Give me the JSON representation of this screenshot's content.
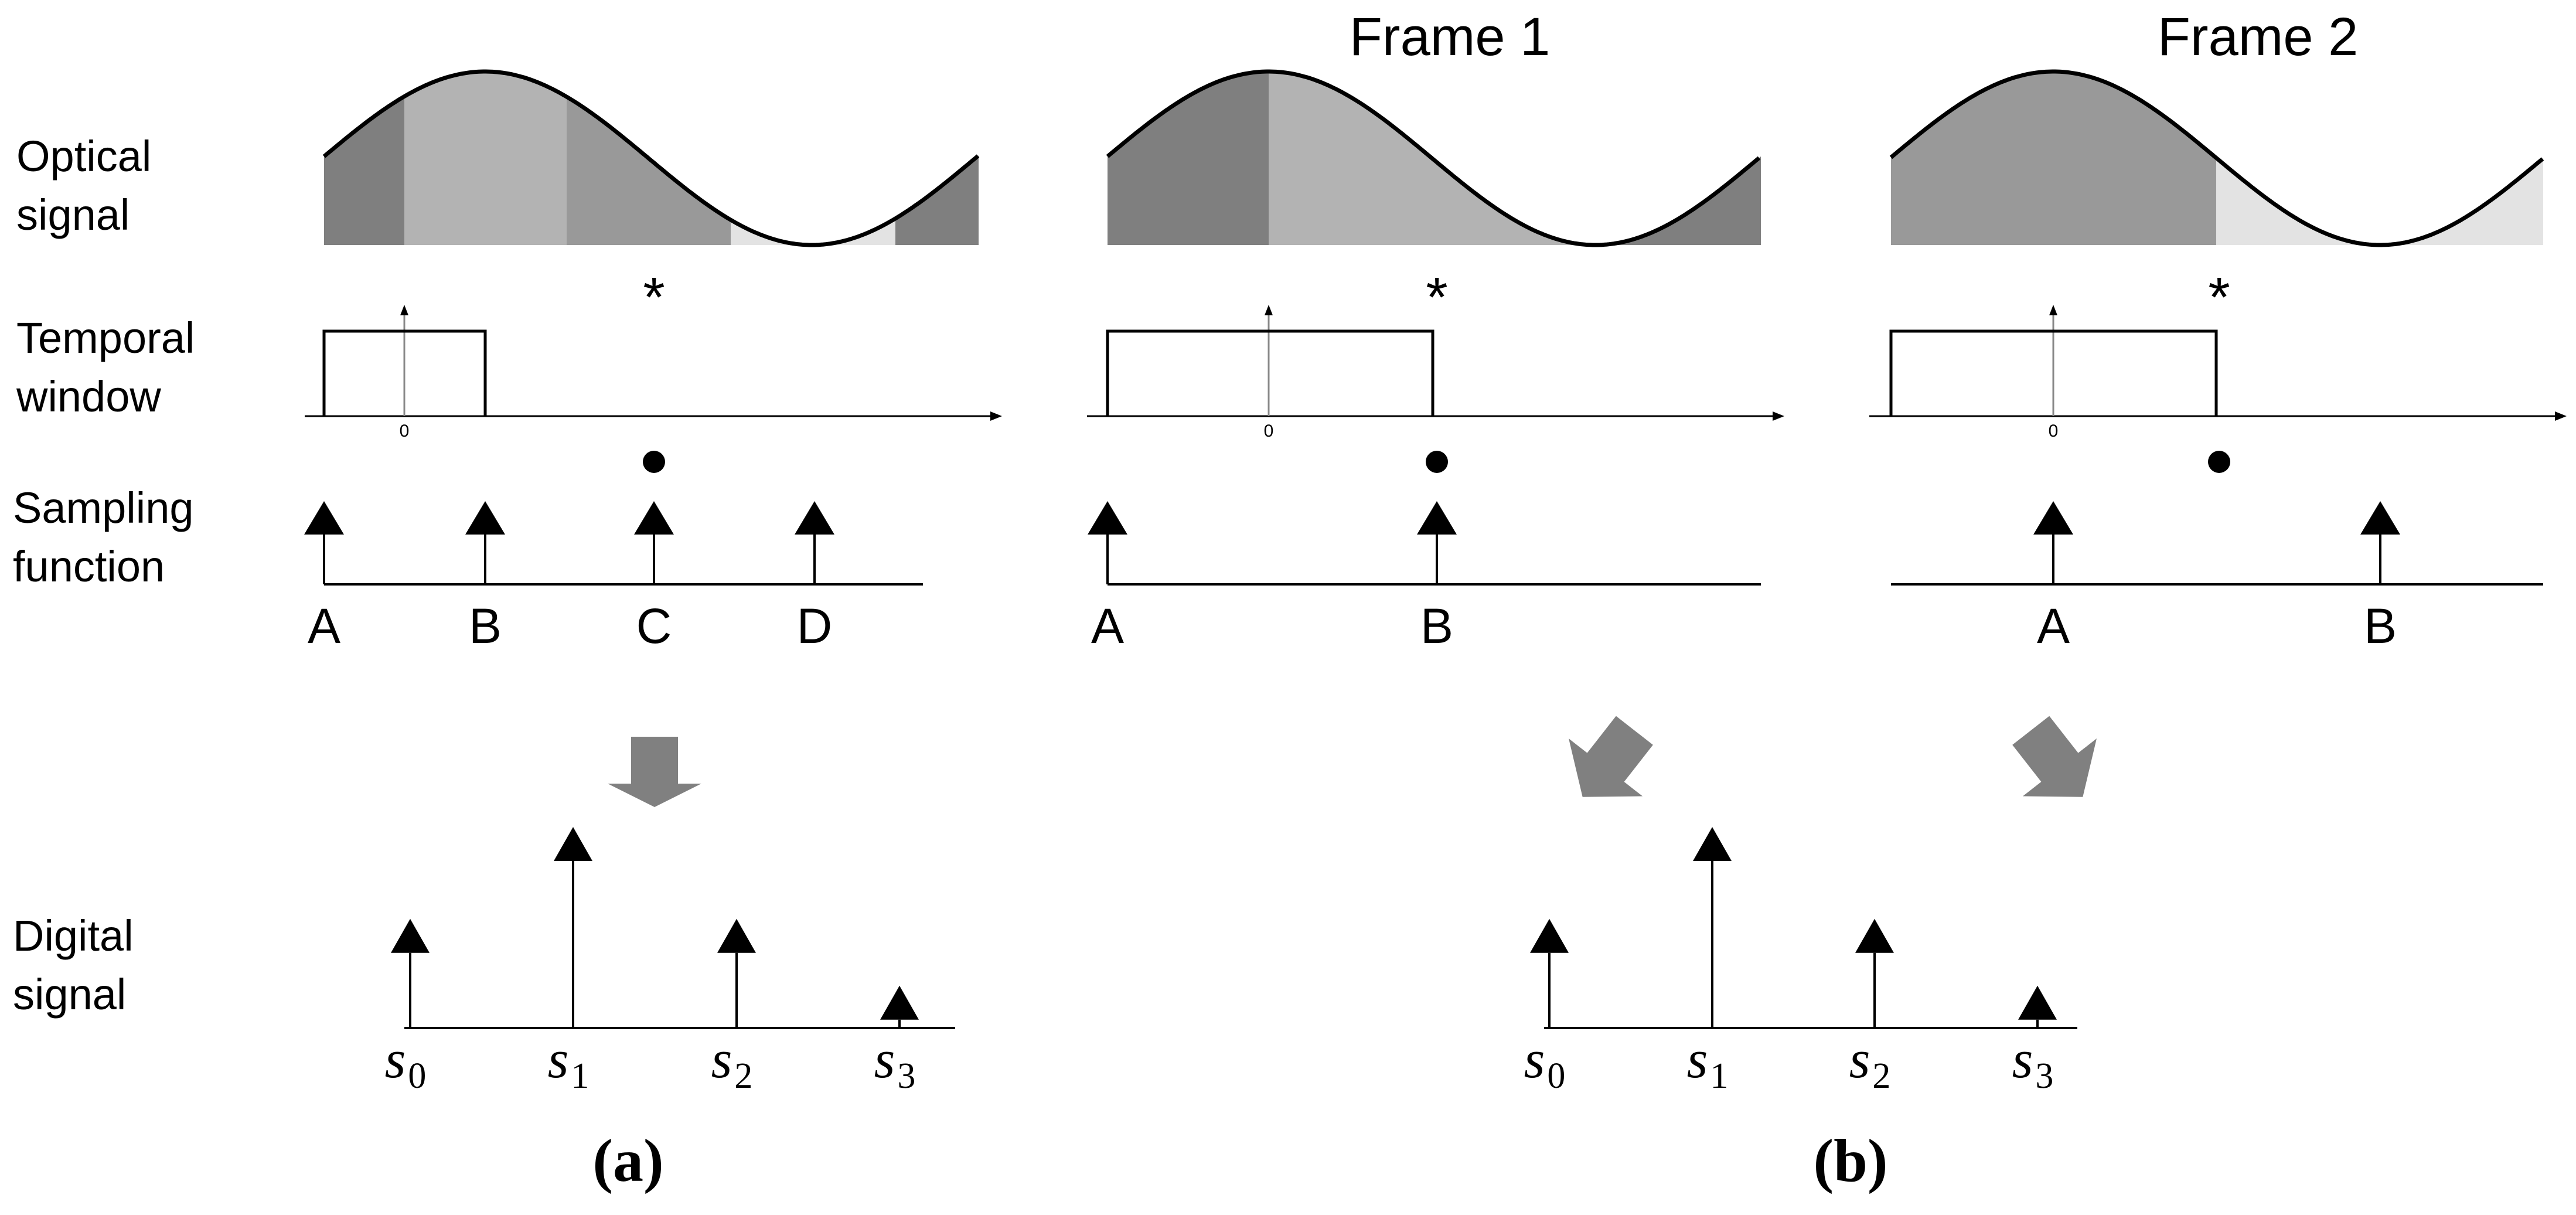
{
  "row_labels": {
    "optical": [
      "Optical",
      "signal"
    ],
    "temporal": [
      "Temporal",
      "window"
    ],
    "sampling": [
      "Sampling",
      "function"
    ],
    "digital": [
      "Digital",
      "signal"
    ]
  },
  "frame_titles": [
    "Frame 1",
    "Frame 2"
  ],
  "window_origin_label": "0",
  "convolution_symbol": "*",
  "panel_a_samples": [
    "A",
    "B",
    "C",
    "D"
  ],
  "frame1_samples": [
    "A",
    "B"
  ],
  "frame2_samples": [
    "A",
    "B"
  ],
  "digital_labels": {
    "s": "s",
    "subscripts": [
      "0",
      "1",
      "2",
      "3"
    ]
  },
  "digital_values": [
    0.45,
    1.0,
    0.45,
    0.05
  ],
  "panel_labels": [
    "(a)",
    "(b)"
  ],
  "colors": {
    "bin_dark": "#7f7f7f",
    "bin_mid": "#999999",
    "bin_light": "#b3b3b3",
    "bin_pale": "#e3e3e3",
    "arrow_gray": "#808080",
    "line": "#000000"
  }
}
